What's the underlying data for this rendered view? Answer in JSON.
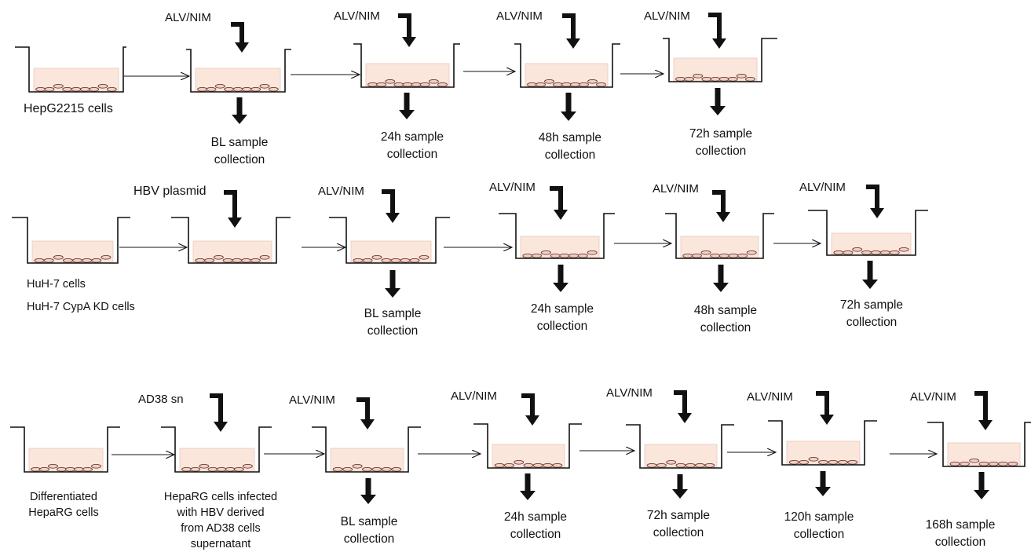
{
  "treatment_label": "ALV/NIM",
  "row1": {
    "cells_label": "HepG2215 cells",
    "collections": [
      [
        "BL sample",
        "collection"
      ],
      [
        "24h sample",
        "collection"
      ],
      [
        "48h sample",
        "collection"
      ],
      [
        "72h sample",
        "collection"
      ]
    ]
  },
  "row2": {
    "plasmid_label": "HBV plasmid",
    "cells_label_1": "HuH-7 cells",
    "cells_label_2": "HuH-7 CypA KD cells",
    "collections": [
      [
        "BL sample",
        "collection"
      ],
      [
        "24h sample",
        "collection"
      ],
      [
        "48h sample",
        "collection"
      ],
      [
        "72h sample",
        "collection"
      ]
    ]
  },
  "row3": {
    "infection_label": "AD38 sn",
    "cells_label": [
      "Differentiated",
      "HepaRG cells"
    ],
    "infected_label": [
      "HepaRG cells infected",
      "with HBV derived",
      "from AD38 cells",
      "supernatant"
    ],
    "collections": [
      [
        "BL sample",
        "collection"
      ],
      [
        "24h sample",
        "collection"
      ],
      [
        "72h sample",
        "collection"
      ],
      [
        "120h sample",
        "collection"
      ],
      [
        "168h sample",
        "collection"
      ]
    ]
  },
  "colors": {
    "medium_fill": "#fbe6dc",
    "medium_edge": "#eac9b8",
    "cell_fill": "#f1cfc2",
    "cell_stroke": "#6b3d36",
    "line": "#111111"
  }
}
